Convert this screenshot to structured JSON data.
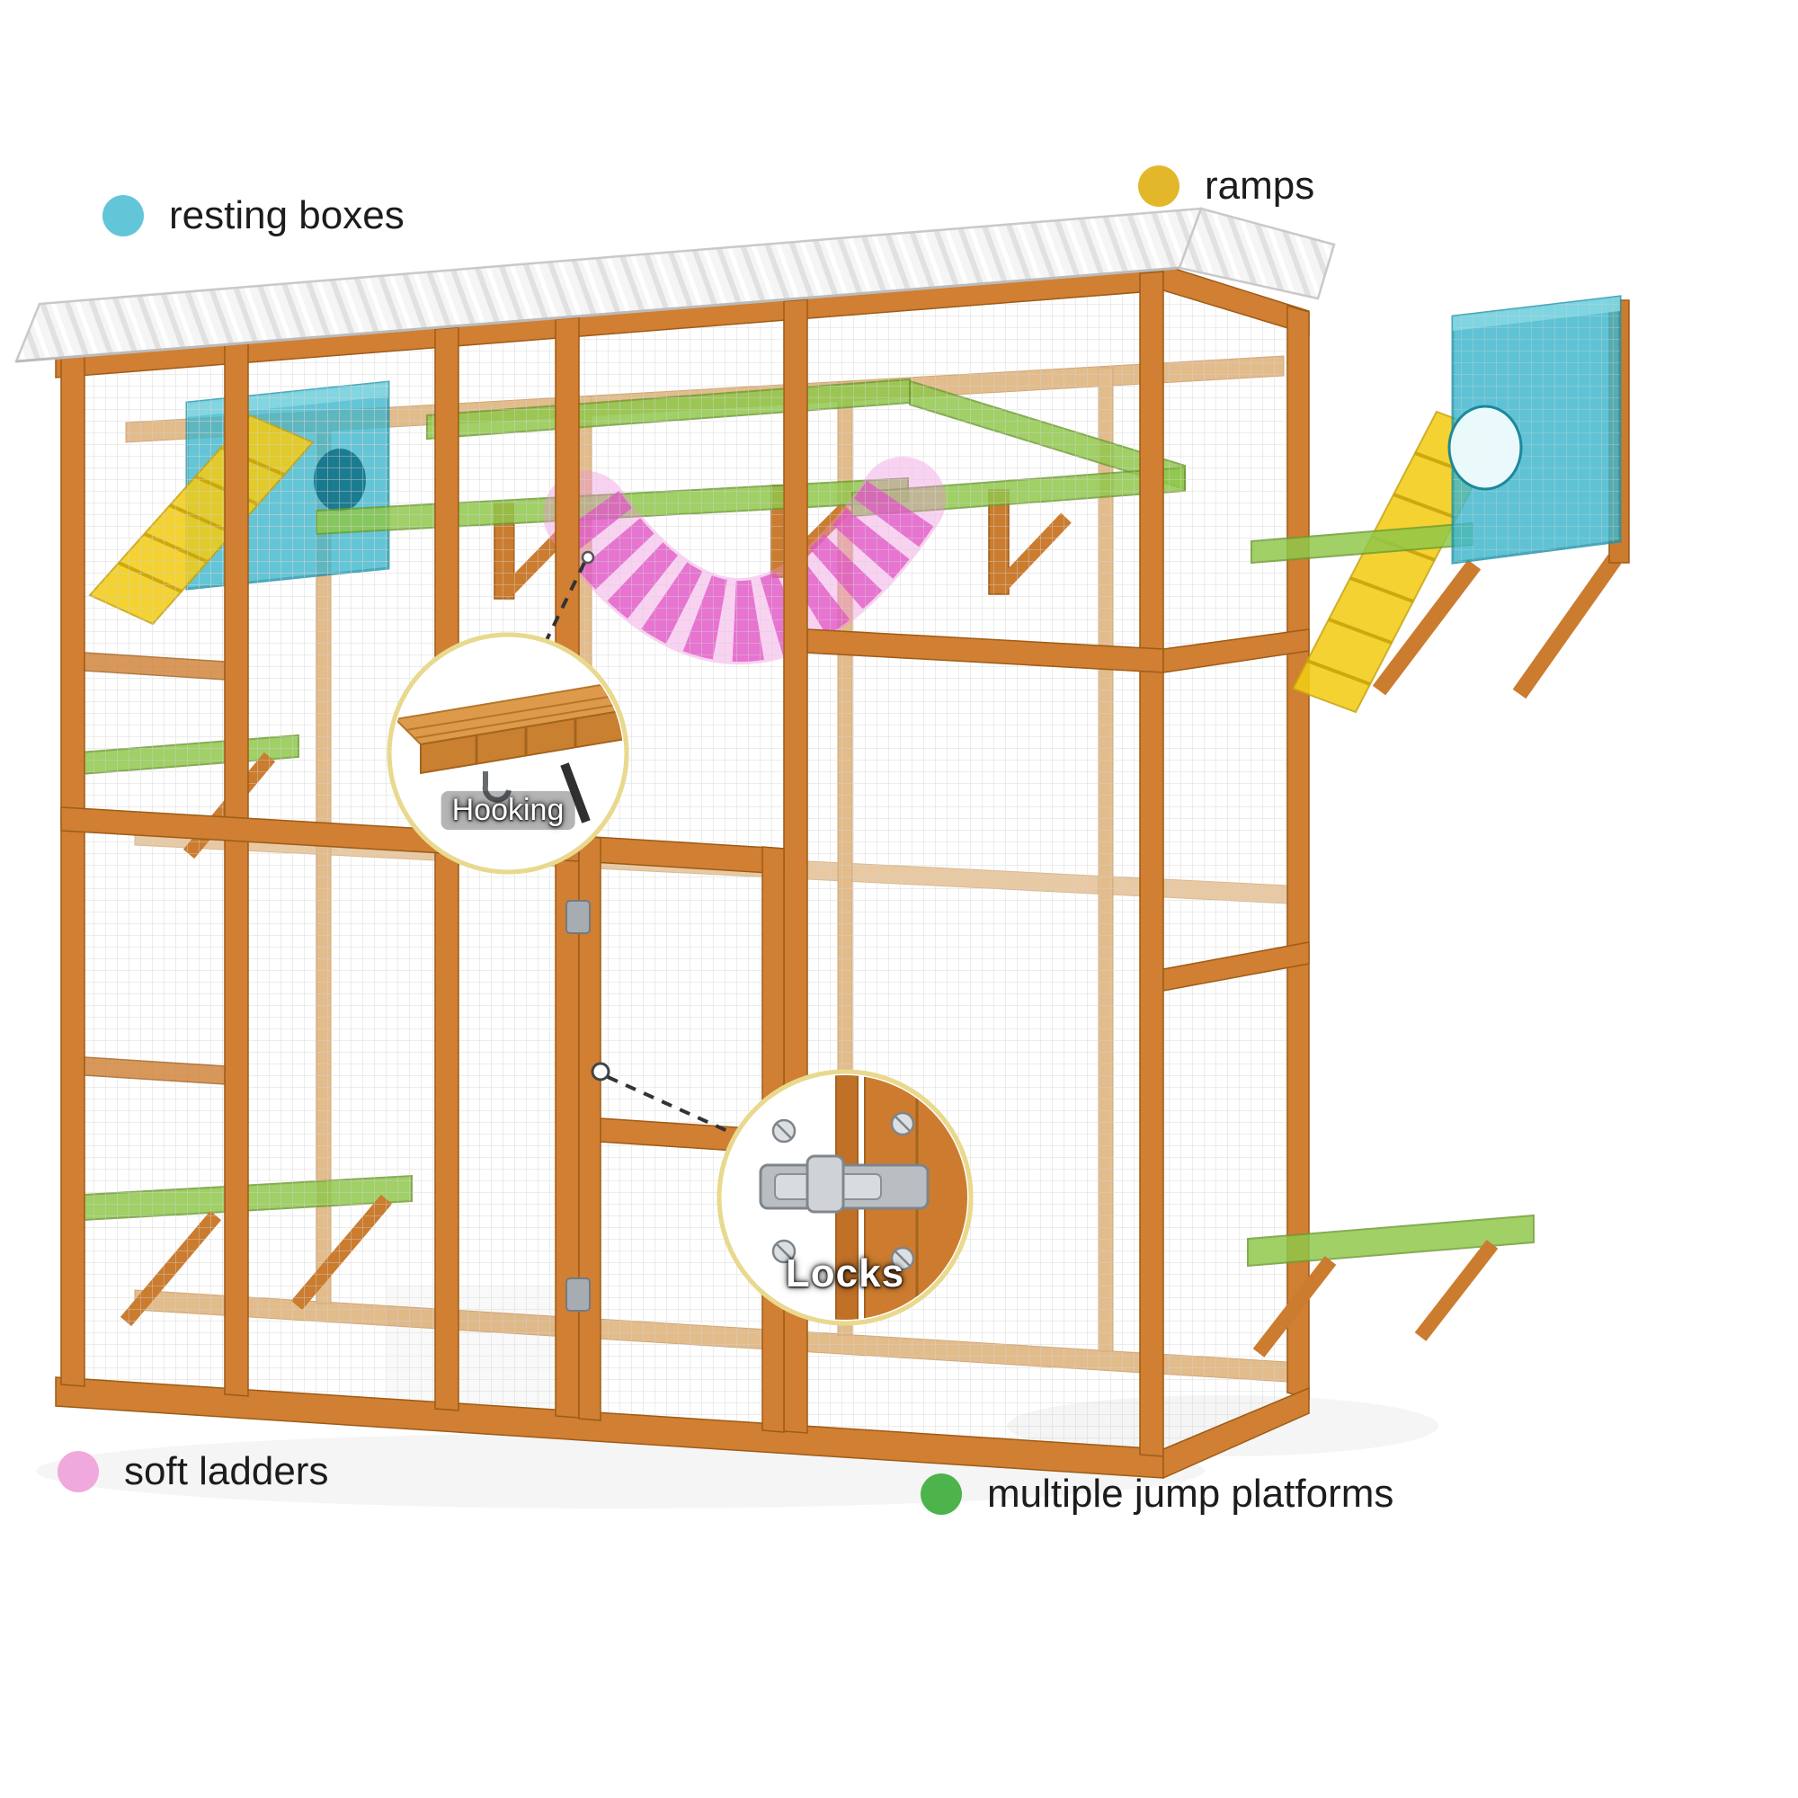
{
  "legend": {
    "resting_boxes": {
      "label": "resting boxes",
      "dot_color": "#63c5d8"
    },
    "ramps": {
      "label": "ramps",
      "dot_color": "#e3b72a"
    },
    "soft_ladders": {
      "label": "soft ladders",
      "dot_color": "#f0a9dc"
    },
    "jump_platforms": {
      "label": "multiple jump platforms",
      "dot_color": "#4db34b"
    }
  },
  "callouts": {
    "hooking": {
      "label": "Hooking"
    },
    "locks": {
      "label": "Locks"
    }
  },
  "colors": {
    "wood_frame": "#d07f33",
    "wood_dark": "#cb7c2f",
    "wire_mesh": "#d2d2d2",
    "resting_box": "#3db7cd",
    "ramp": "#f3cc15",
    "soft_ladder": "#e054c4",
    "soft_ladder_light": "#ef8ede",
    "jump_platform": "#8fc84a",
    "roof": "#f5f5f5"
  }
}
